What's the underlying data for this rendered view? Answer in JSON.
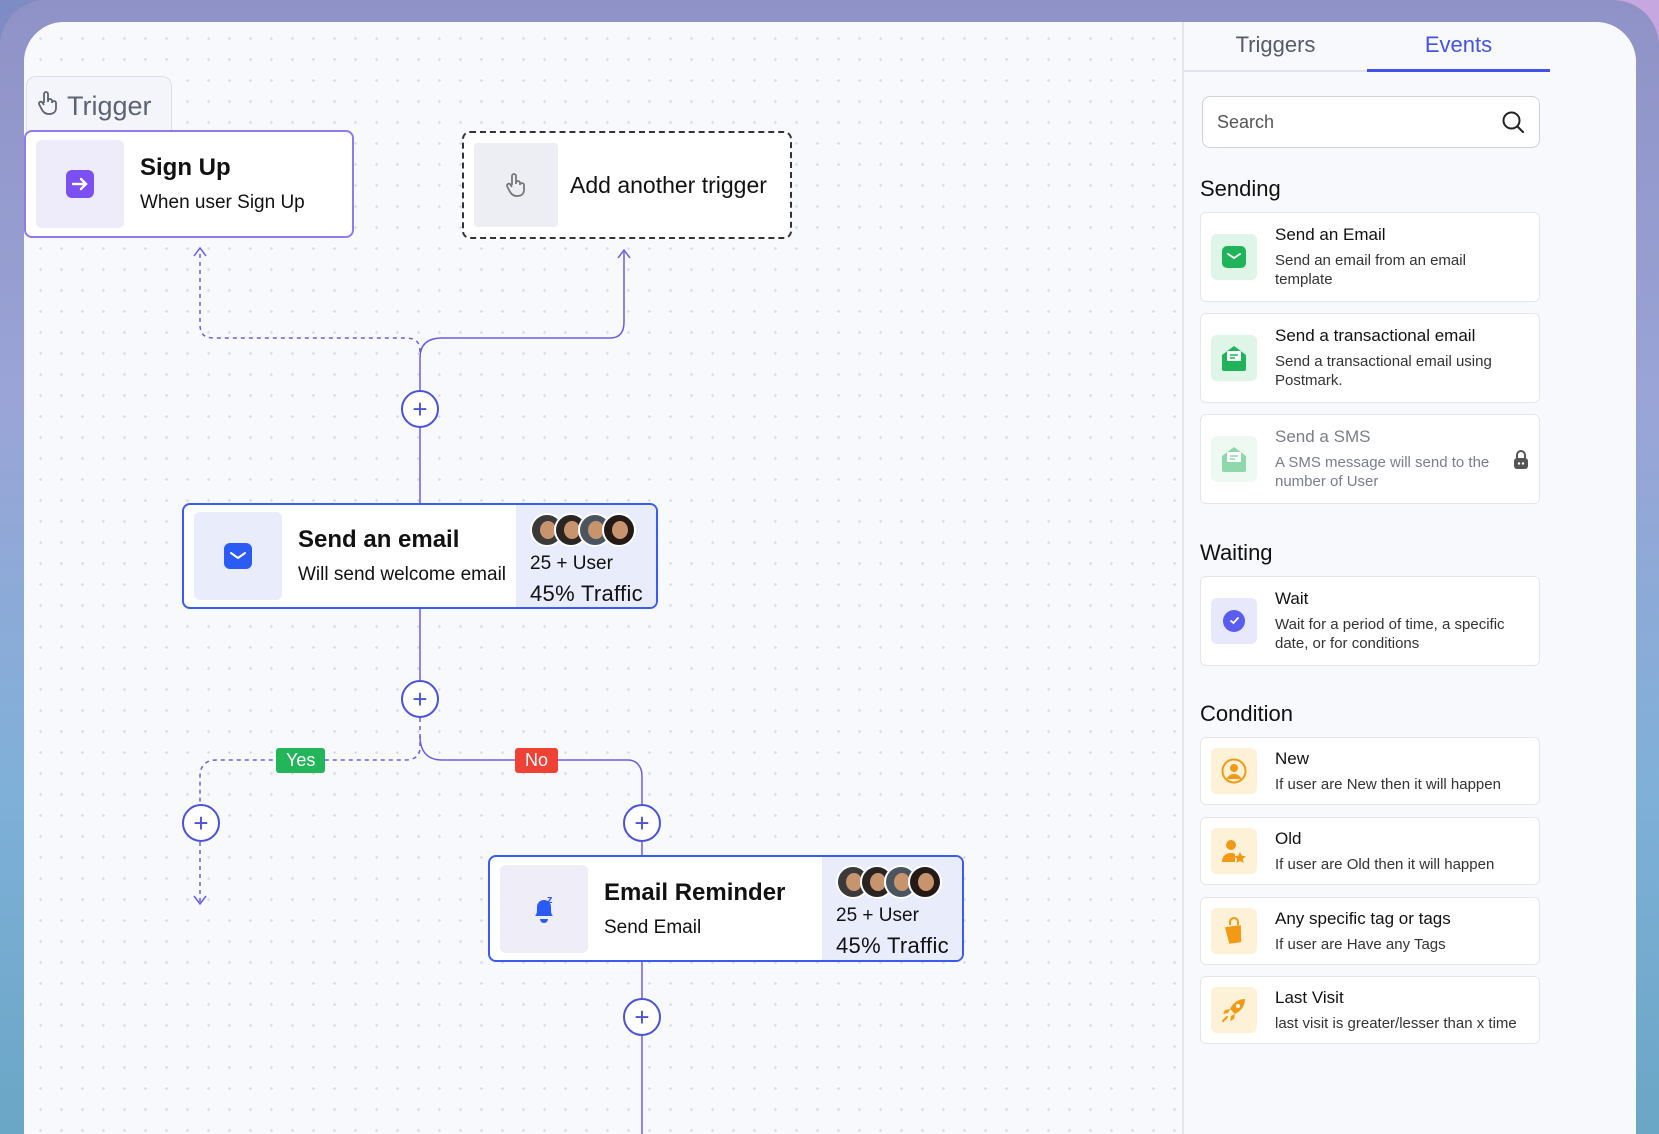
{
  "canvas": {
    "trigger_tab": "Trigger",
    "trigger_node": {
      "title": "Sign Up",
      "subtitle": "When user Sign Up"
    },
    "add_trigger": "Add another trigger",
    "email_node": {
      "title": "Send an email",
      "subtitle": "Will send welcome email",
      "users": "25 + User",
      "traffic": "45% Traffic"
    },
    "reminder_node": {
      "title": "Email Reminder",
      "subtitle": "Send Email",
      "users": "25 + User",
      "traffic": "45% Traffic"
    },
    "branch_yes": "Yes",
    "branch_no": "No",
    "plus": "+"
  },
  "sidebar": {
    "tabs": [
      {
        "label": "Triggers"
      },
      {
        "label": "Events"
      }
    ],
    "search_placeholder": "Search",
    "sections": {
      "sending": "Sending",
      "waiting": "Waiting",
      "condition": "Condition"
    },
    "sending_items": [
      {
        "name": "Send an Email",
        "desc": "Send an email from an email template"
      },
      {
        "name": "Send a transactional email",
        "desc": "Send a transactional email using Postmark."
      },
      {
        "name": "Send a SMS",
        "desc": "A SMS message will send to the number of User"
      }
    ],
    "waiting_items": [
      {
        "name": "Wait",
        "desc": "Wait for a period of time, a specific date, or for conditions"
      }
    ],
    "condition_items": [
      {
        "name": "New",
        "desc": "If user are New then it will happen"
      },
      {
        "name": "Old",
        "desc": "If user are Old then it will happen"
      },
      {
        "name": "Any specific tag or tags",
        "desc": "If user are Have any Tags"
      },
      {
        "name": "Last Visit",
        "desc": "last visit is greater/lesser than x time"
      }
    ]
  },
  "colors": {
    "accent": "#4352e8",
    "trigger_border": "#6c5ce7",
    "node_border": "#3a5cf0",
    "yes": "#22b55a",
    "no": "#ef4136"
  }
}
